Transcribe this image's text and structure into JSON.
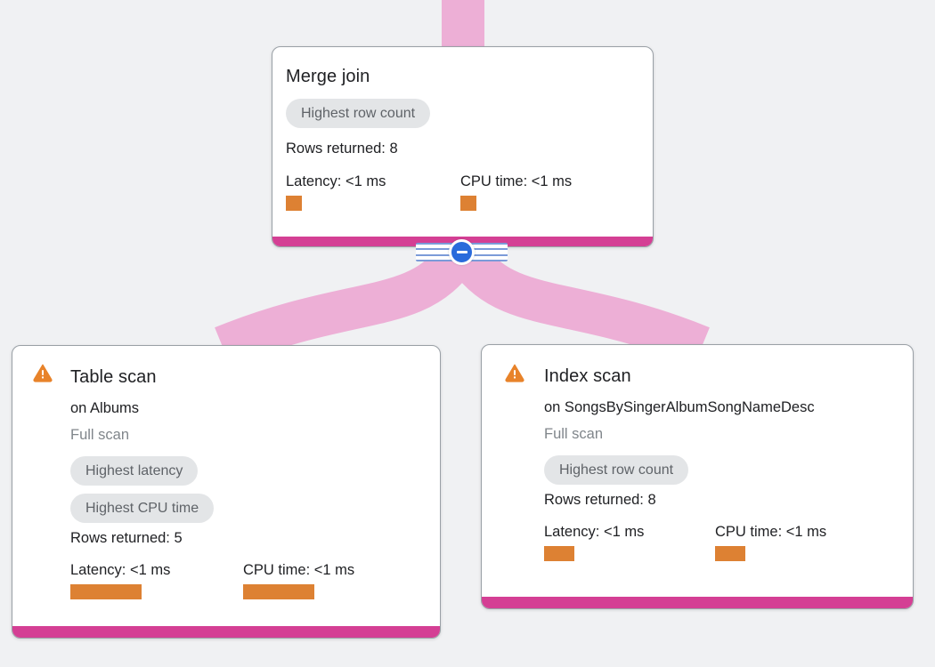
{
  "app": {
    "description": "Query execution plan graph",
    "colors": {
      "bg": "#f0f1f3",
      "card_border": "#9aa0a6",
      "accent_pink": "#d43f94",
      "edge_pink": "#edafd6",
      "bar_orange": "#dd8133",
      "warning_orange": "#e8832a",
      "badge_bg": "#e3e5e7",
      "button_blue": "#2a6bdb",
      "stripe_blue": "#7b9bd9"
    }
  },
  "collapse_button": {
    "icon": "minus",
    "action": "collapse-children"
  },
  "nodes": {
    "merge_join": {
      "title": "Merge join",
      "badges": [
        "Highest row count"
      ],
      "rows_returned": "Rows returned: 8",
      "latency_label": "Latency: <1 ms",
      "cpu_label": "CPU time: <1 ms"
    },
    "table_scan": {
      "title": "Table scan",
      "subtitle": "on Albums",
      "scan_type": "Full scan",
      "has_warning": true,
      "badges": [
        "Highest latency",
        "Highest CPU time"
      ],
      "rows_returned": "Rows returned: 5",
      "latency_label": "Latency: <1 ms",
      "cpu_label": "CPU time: <1 ms"
    },
    "index_scan": {
      "title": "Index scan",
      "subtitle": "on SongsBySingerAlbumSongNameDesc",
      "scan_type": "Full scan",
      "has_warning": true,
      "badges": [
        "Highest row count"
      ],
      "rows_returned": "Rows returned: 8",
      "latency_label": "Latency: <1 ms",
      "cpu_label": "CPU time: <1 ms"
    }
  }
}
